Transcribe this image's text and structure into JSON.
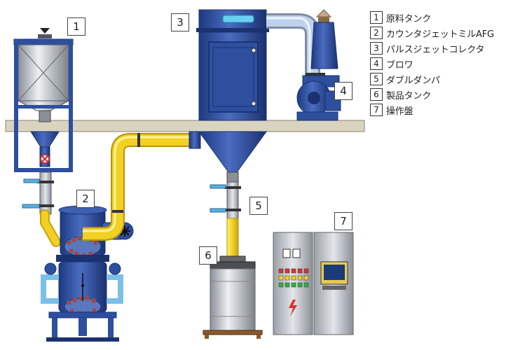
{
  "legend": [
    {
      "num": "1",
      "label": "原料タンク"
    },
    {
      "num": "2",
      "label": "カウンタジェットミルAFG"
    },
    {
      "num": "3",
      "label": "パルスジェットコレクタ"
    },
    {
      "num": "4",
      "label": "ブロワ"
    },
    {
      "num": "5",
      "label": "ダブルダンパ"
    },
    {
      "num": "6",
      "label": "製品タンク"
    },
    {
      "num": "7",
      "label": "操作盤"
    }
  ],
  "callouts": [
    "1",
    "2",
    "3",
    "4",
    "5",
    "6",
    "7"
  ],
  "colors": {
    "equipment_blue": "#2d4f9e",
    "dark_blue": "#1b3170",
    "pipe_yellow": "#f2d024",
    "floor": "#d9d4c0",
    "panel_gray": "#c4c8cc",
    "tank_silver": "#c8ccd2"
  }
}
